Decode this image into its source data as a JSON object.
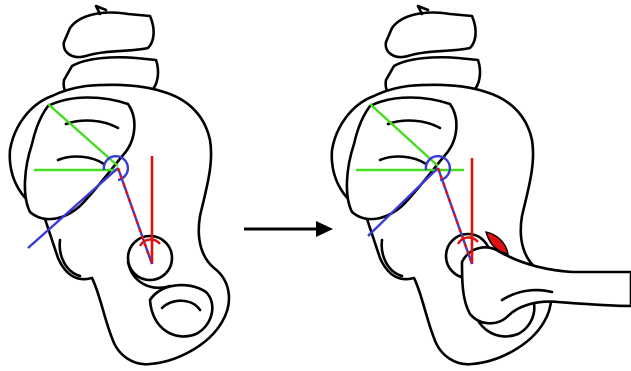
{
  "figure": {
    "panels": [
      {
        "id": "before",
        "description_icon": "pelvis-lateral-view"
      },
      {
        "id": "after",
        "description_icon": "pelvis-lateral-view-with-femur"
      }
    ],
    "arrow_icon": "right-arrow-icon",
    "colors": {
      "bone_outline": "#000000",
      "pelvic_incidence_line": "#3a3ad6",
      "sacral_slope_line": "#44dd22",
      "vertical_line": "#e01010",
      "dashed_axis": "#d01010",
      "impingement_zone": "#e01010",
      "background": "#ffffff"
    }
  }
}
